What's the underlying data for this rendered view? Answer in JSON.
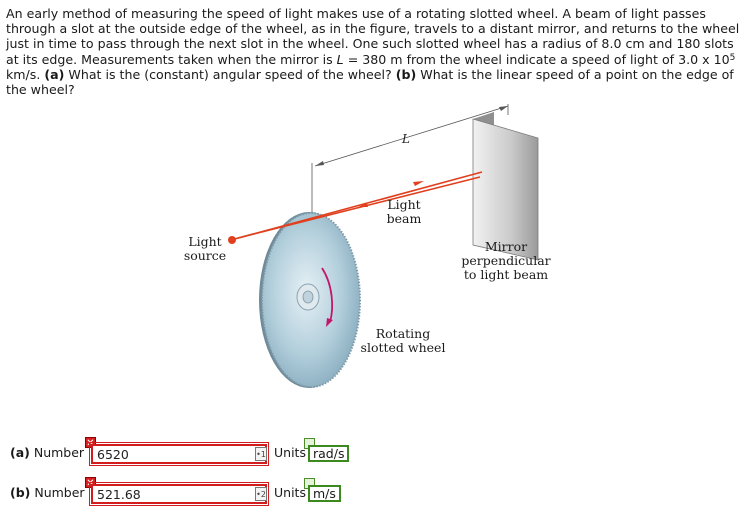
{
  "problem": {
    "part1": "An early method of measuring the speed of light makes use of a rotating slotted wheel. A beam of light passes through a slot at the outside edge of the wheel, as in the figure, travels to a distant mirror, and returns to the wheel just in time to pass through the next slot in the wheel. One such slotted wheel has a radius of 8.0 cm and 180 slots at its edge. Measurements taken when the mirror is ",
    "L_var": "L",
    "part2": " = 380 m from the wheel indicate a speed of light of 3.0 x 10",
    "exp": "5",
    "part3": " km/s. ",
    "a_tag": "(a)",
    "a_text": " What is the (constant) angular speed of the wheel? ",
    "b_tag": "(b)",
    "b_text": " What is the linear speed of a point on the edge of the wheel?"
  },
  "figure": {
    "distance_label": "L",
    "light_source": [
      "Light",
      "source"
    ],
    "light_beam": [
      "Light",
      "beam"
    ],
    "mirror": [
      "Mirror",
      "perpendicular",
      "to light beam"
    ],
    "wheel": [
      "Rotating",
      "slotted wheel"
    ],
    "colors": {
      "beam": "#e0401e",
      "wheel": "#a7c5d5",
      "mirror": "#c8c8c8",
      "arrow": "#c2186b"
    }
  },
  "answers": [
    {
      "tag": "(a)",
      "label": "Number",
      "value": "6520",
      "info": "1",
      "units_label": "Units",
      "unit": "rad/s",
      "status": "incorrect"
    },
    {
      "tag": "(b)",
      "label": "Number",
      "value": "521.68",
      "info": "2",
      "units_label": "Units",
      "unit": "m/s",
      "status": "incorrect"
    }
  ],
  "icons": {
    "wrong": "x-icon",
    "right": "check-icon",
    "info": "info-icon"
  }
}
